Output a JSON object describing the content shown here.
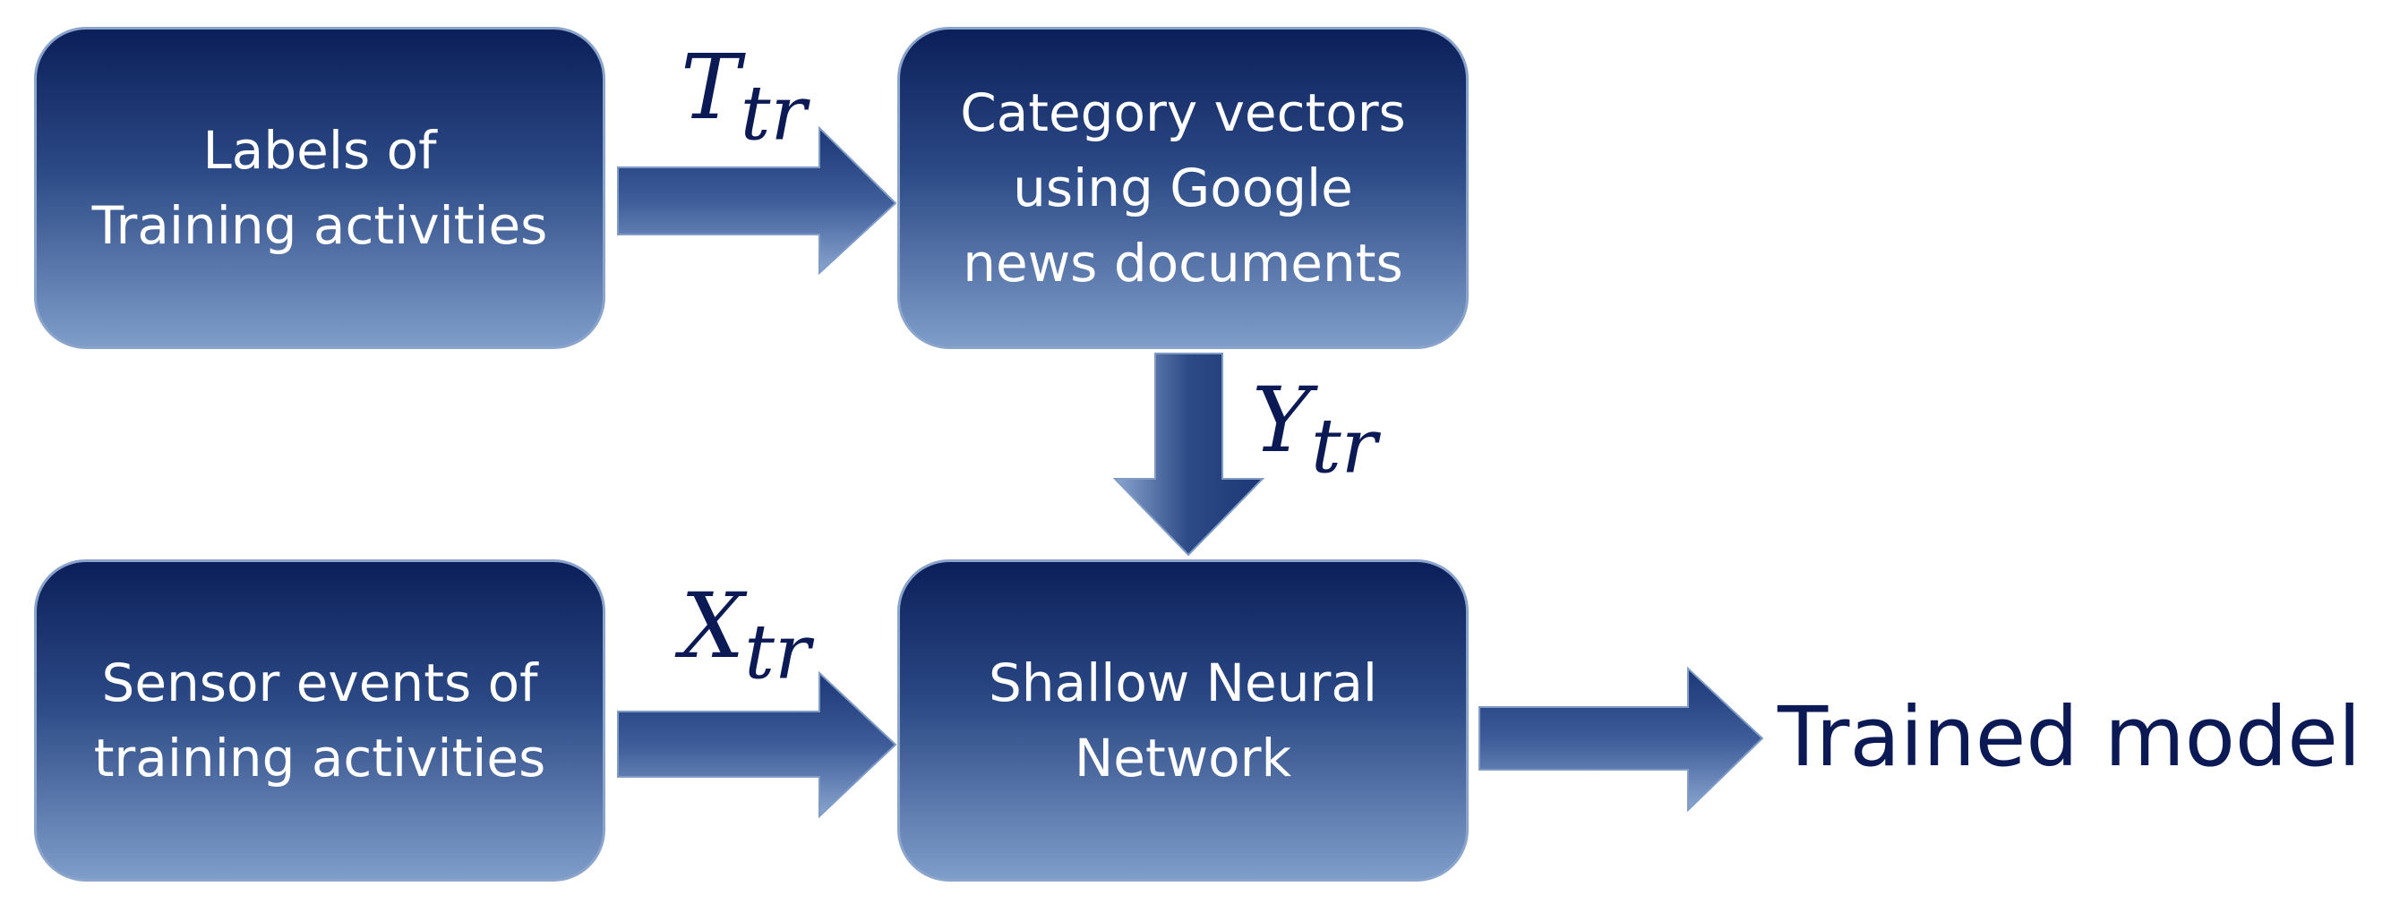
{
  "nodes": {
    "labels": {
      "text": "Labels of\nTraining activities"
    },
    "category": {
      "text": "Category vectors\nusing Google\nnews documents"
    },
    "sensor": {
      "text": "Sensor events of\ntraining activities"
    },
    "network": {
      "text": "Shallow Neural\nNetwork"
    }
  },
  "edges": {
    "t_tr": {
      "main": "T",
      "sub": "tr"
    },
    "y_tr": {
      "main": "Y",
      "sub": "tr"
    },
    "x_tr": {
      "main": "X",
      "sub": "tr"
    }
  },
  "output": {
    "text": "Trained model"
  },
  "colors": {
    "box_top": "#0b1f5a",
    "box_bottom": "#7f9dc9",
    "label_text": "#0b1a55"
  }
}
